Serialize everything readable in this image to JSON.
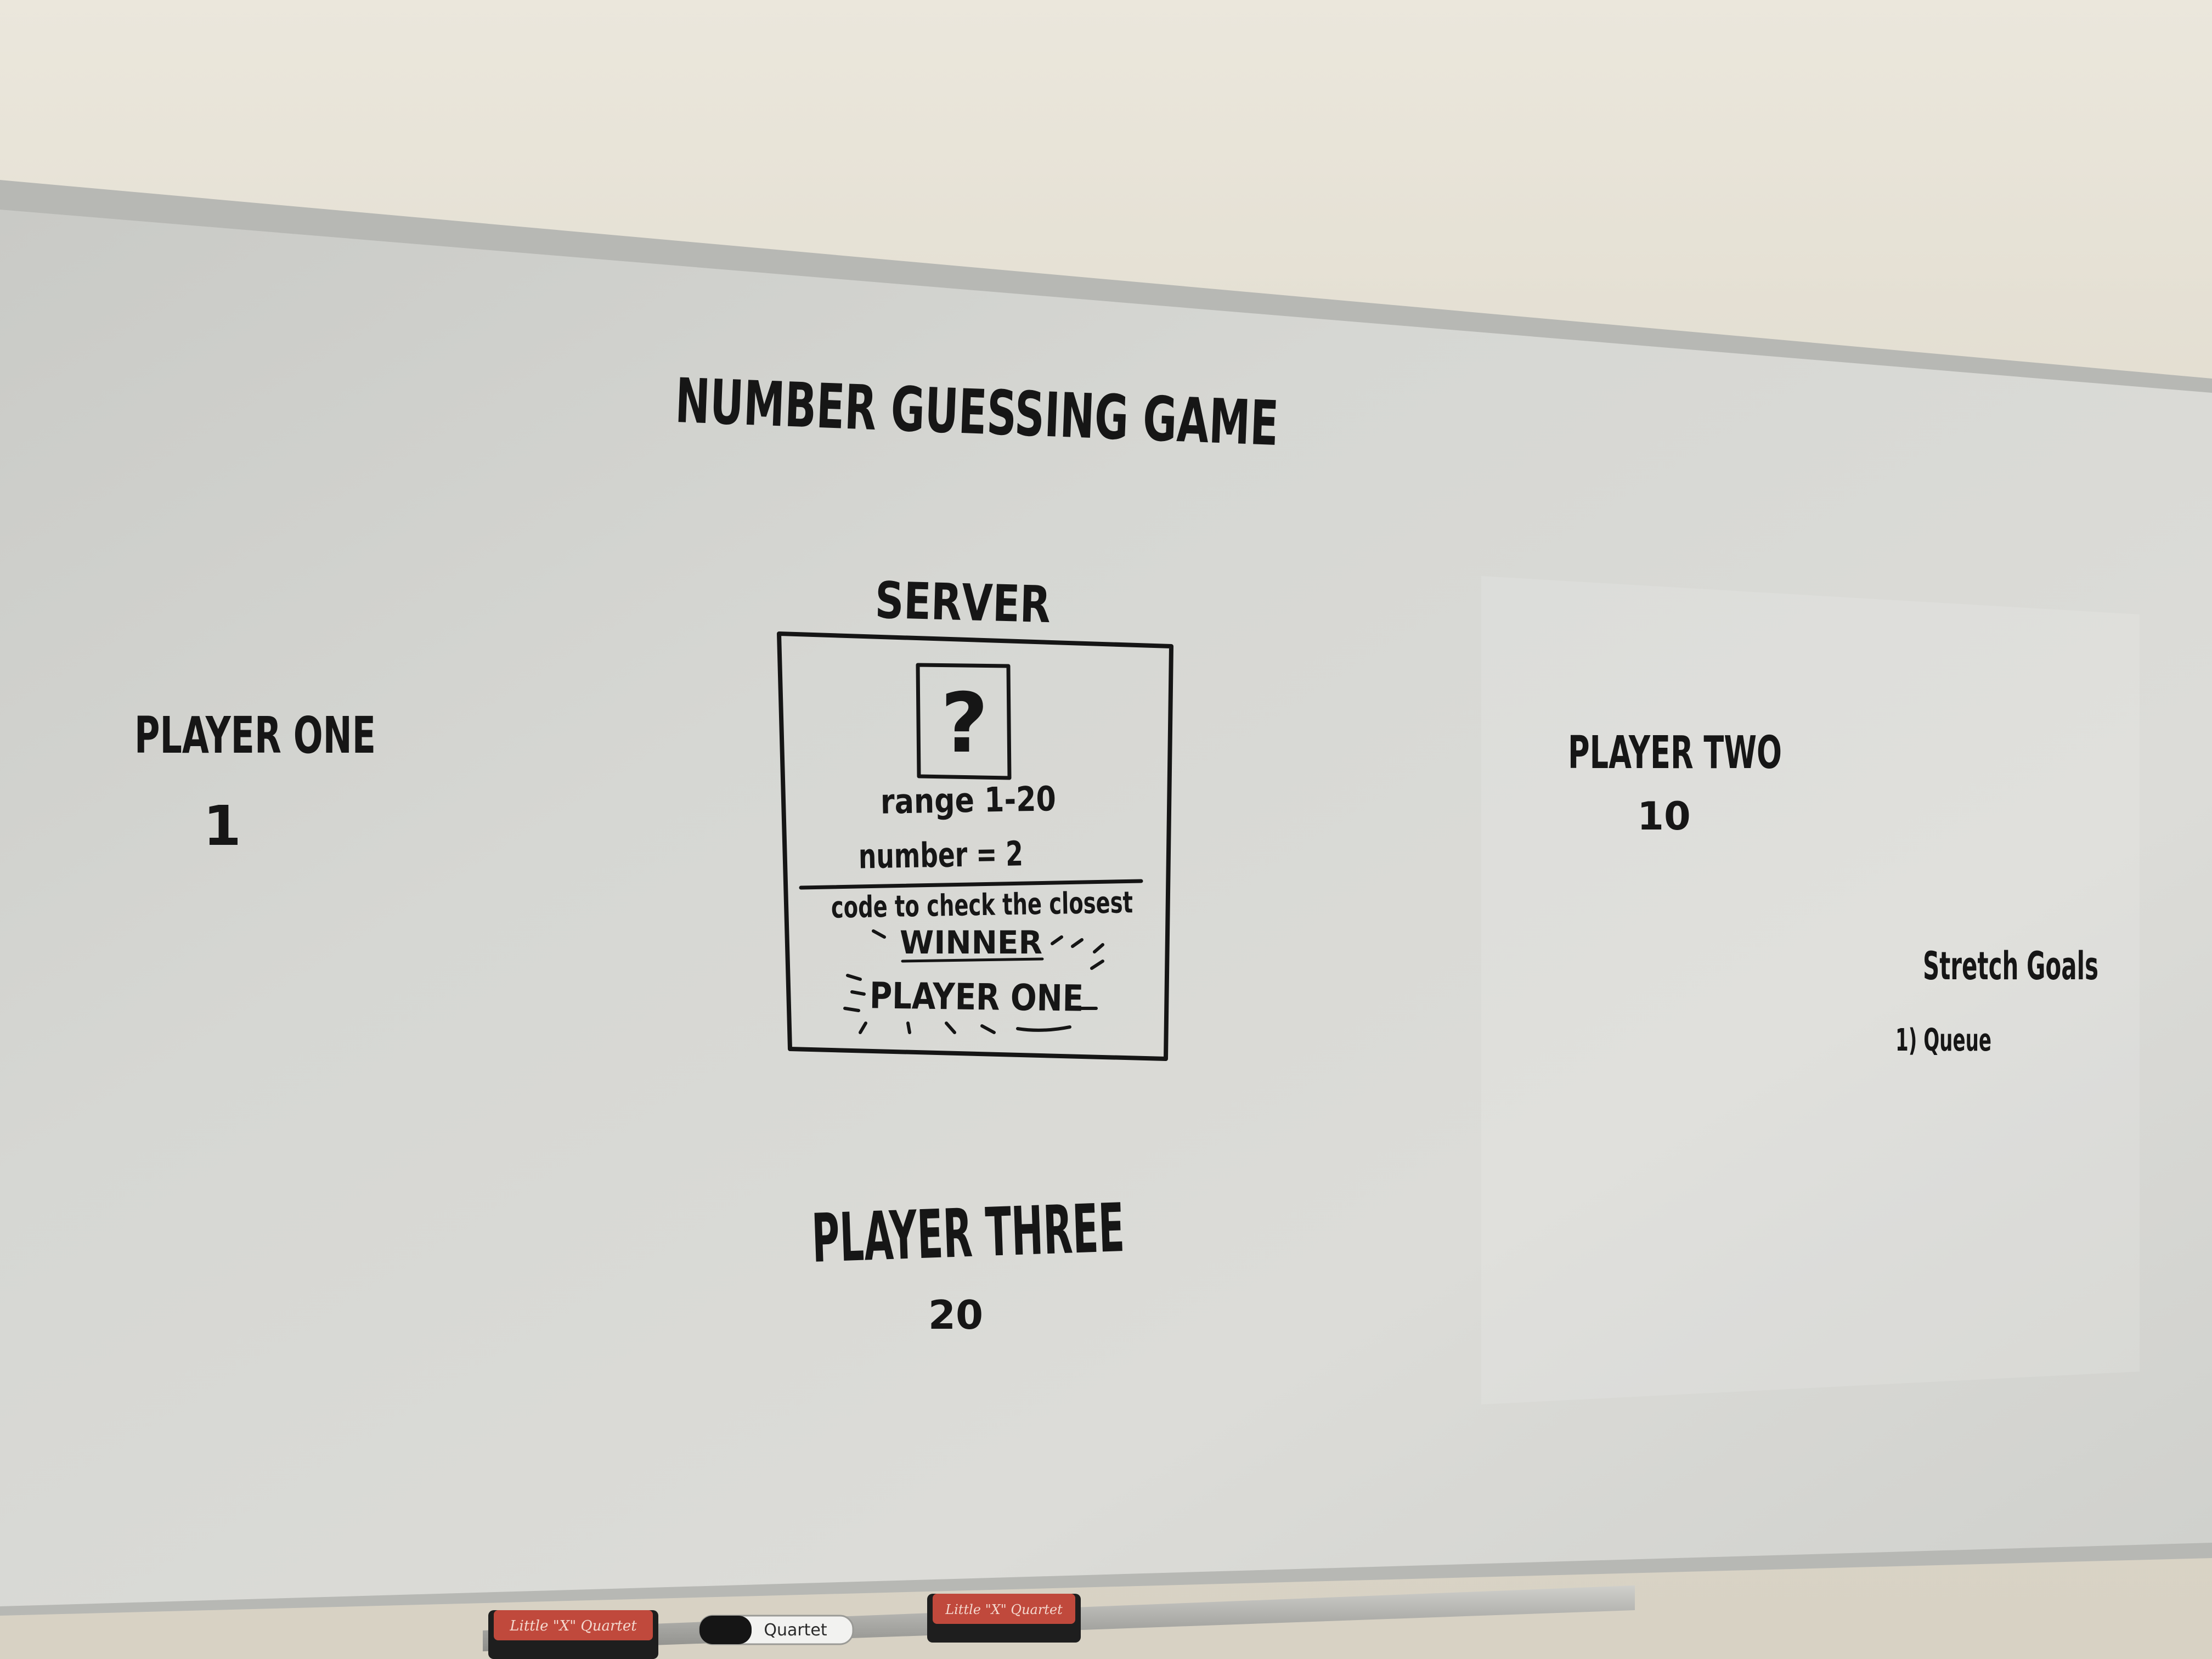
{
  "whiteboard": {
    "title": "NUMBER GUESSING GAME",
    "server": {
      "label": "SERVER",
      "secret_symbol": "?",
      "range_text": "range 1-20",
      "number_text": "number = 2",
      "check_text": "code to check the closest",
      "winner_label": "WINNER",
      "winner_name": "PLAYER ONE"
    },
    "players": [
      {
        "name": "PLAYER ONE",
        "guess": "1"
      },
      {
        "name": "PLAYER TWO",
        "guess": "10"
      },
      {
        "name": "PLAYER THREE",
        "guess": "20"
      }
    ],
    "stretch_goals": {
      "heading": "Stretch Goals",
      "items": [
        "1) Queue"
      ]
    }
  },
  "tray": {
    "marker_brand": "Quartet",
    "eraser_labels": [
      "Little \"X\" Quartet",
      "Little \"X\" Quartet"
    ]
  },
  "colors": {
    "wall": "#e4ded3",
    "board": "#d3d4d0",
    "ink": "#151515",
    "frame": "#b9b9b5",
    "eraser": "#c0493c"
  }
}
